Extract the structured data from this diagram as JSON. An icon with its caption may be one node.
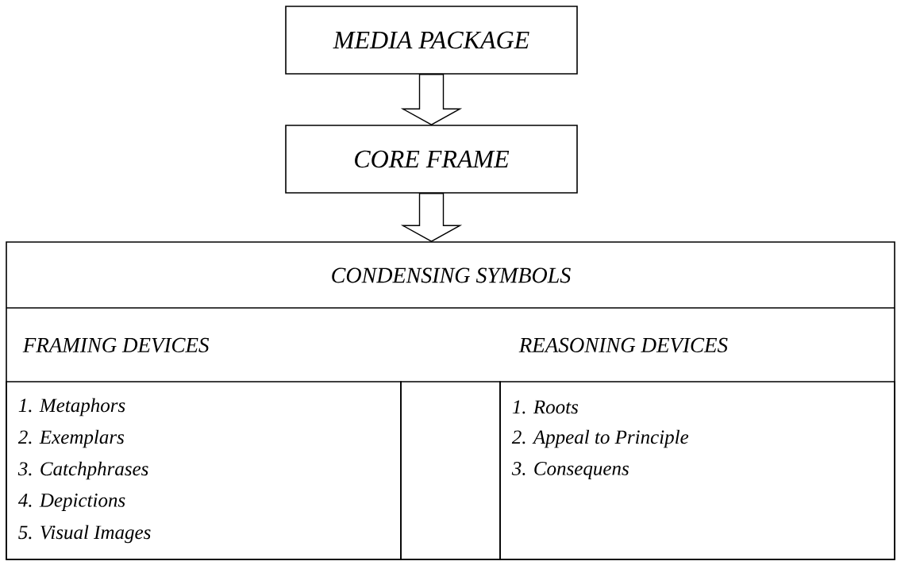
{
  "diagram": {
    "nodes": [
      {
        "text": [
          "MEDIA PACKAGE"
        ]
      },
      {
        "text": [
          "CORE FRAME"
        ]
      },
      {
        "text": [
          "CONDENSING SYMBOLS",
          "FRAMING DEVICES",
          "REASONING DEVICES"
        ]
      },
      {
        "text": [
          "1. Metaphors",
          "2. Exemplars",
          "3. Catchphrases",
          "4. Depictions",
          "5. Visual Images"
        ],
        "in": 2
      },
      {
        "text": [],
        "shape": "box",
        "in": 2
      },
      {
        "text": [
          "1. Roots",
          "2. Appeal to Principle",
          "3. Consequens"
        ],
        "in": 2
      }
    ],
    "edges": [
      {
        "from": 0,
        "to": 1,
        "arrow": "to"
      },
      {
        "from": 1,
        "to": 2,
        "arrow": "to"
      }
    ]
  }
}
